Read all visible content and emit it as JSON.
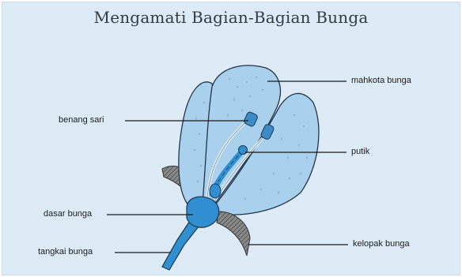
{
  "title": "Mengamati Bagian-Bagian Bunga",
  "labels": {
    "mahkota": "mahkota bunga",
    "benang_sari": "benang sari",
    "putik": "putik",
    "dasar": "dasar bunga",
    "tangkai": "tangkai bunga",
    "kelopak": "kelopak bunga"
  },
  "colors": {
    "background": "#dcebf5",
    "petal": "#a9d1ee",
    "petal_outline": "#233548",
    "receptacle": "#2f8fd0",
    "sepal": "#666666",
    "stamen": "#3a8bc8"
  }
}
